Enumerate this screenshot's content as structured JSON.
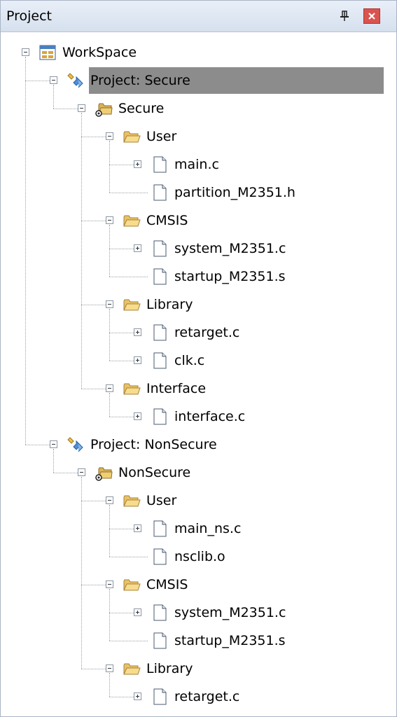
{
  "panel": {
    "title": "Project",
    "pin_icon": "pin-icon",
    "close_icon": "close-icon",
    "close_color": "#d9534f",
    "selection_color": "#8c8c8c"
  },
  "tree": {
    "workspace": "WorkSpace",
    "projects": [
      {
        "label": "Project: Secure",
        "selected": true,
        "target": "Secure",
        "groups": [
          {
            "name": "User",
            "files": [
              {
                "name": "main.c",
                "expandable": true
              },
              {
                "name": "partition_M2351.h",
                "expandable": false
              }
            ]
          },
          {
            "name": "CMSIS",
            "files": [
              {
                "name": "system_M2351.c",
                "expandable": true
              },
              {
                "name": "startup_M2351.s",
                "expandable": false
              }
            ]
          },
          {
            "name": "Library",
            "files": [
              {
                "name": "retarget.c",
                "expandable": true
              },
              {
                "name": "clk.c",
                "expandable": true
              }
            ]
          },
          {
            "name": "Interface",
            "files": [
              {
                "name": "interface.c",
                "expandable": true
              }
            ]
          }
        ]
      },
      {
        "label": "Project: NonSecure",
        "selected": false,
        "target": "NonSecure",
        "groups": [
          {
            "name": "User",
            "files": [
              {
                "name": "main_ns.c",
                "expandable": true
              },
              {
                "name": "nsclib.o",
                "expandable": false
              }
            ]
          },
          {
            "name": "CMSIS",
            "files": [
              {
                "name": "system_M2351.c",
                "expandable": true
              },
              {
                "name": "startup_M2351.s",
                "expandable": false
              }
            ]
          },
          {
            "name": "Library",
            "files": [
              {
                "name": "retarget.c",
                "expandable": true
              }
            ]
          }
        ]
      }
    ]
  }
}
